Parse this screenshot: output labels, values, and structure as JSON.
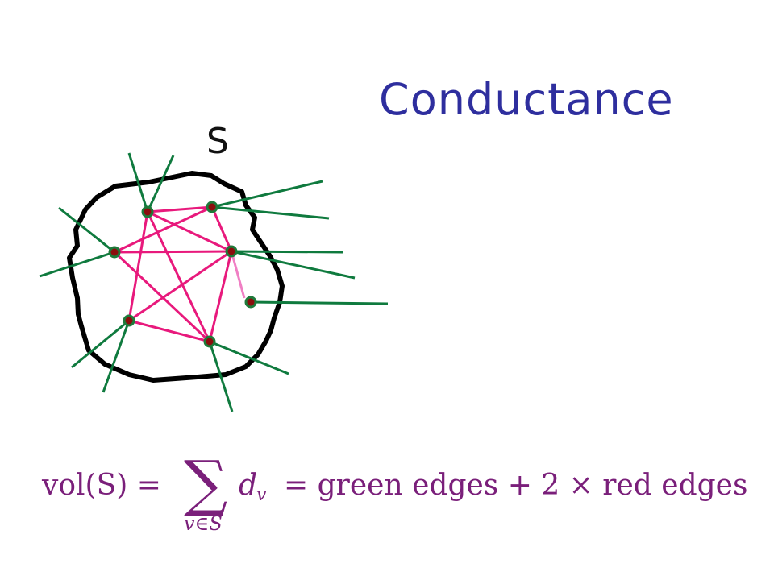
{
  "title": "Conductance",
  "set_label": "S",
  "colors": {
    "title": "#2e2e9e",
    "boundary": "#000000",
    "green_edge": "#0f7a3e",
    "red_edge": "#e8197c",
    "pink_edge": "#f07fc4",
    "node_fill": "#8b0d0d",
    "node_ring": "#1e7a3a",
    "formula": "#7a1f7a"
  },
  "formula": {
    "lhs": "vol(S) =",
    "sum_symbol": "∑",
    "subscript": "v∈S",
    "term": "d",
    "term_sub": "v",
    "rhs": "= green edges + 2 × red edges"
  }
}
